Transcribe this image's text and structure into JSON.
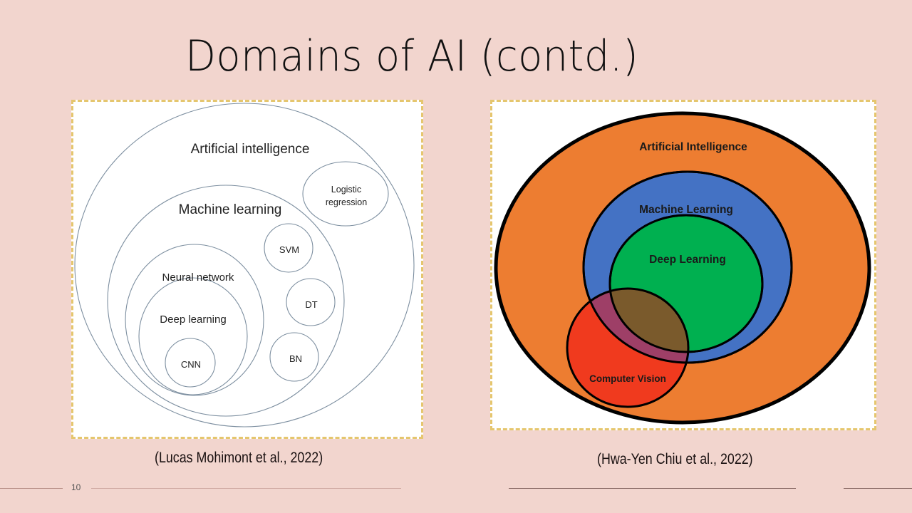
{
  "slide": {
    "title": "Domains of AI (contd.)",
    "page_number": "10"
  },
  "left_figure": {
    "labels": {
      "ai": "Artificial intelligence",
      "logistic_1": "Logistic",
      "logistic_2": "regression",
      "ml": "Machine learning",
      "svm": "SVM",
      "nn": "Neural network",
      "dt": "DT",
      "dl": "Deep learning",
      "bn": "BN",
      "cnn": "CNN"
    },
    "caption": "(Lucas Mohimont et al., 2022)"
  },
  "right_figure": {
    "labels": {
      "ai": "Artificial Intelligence",
      "ml": "Machine Learning",
      "dl": "Deep Learning",
      "cv": "Computer Vision"
    },
    "colors": {
      "ai": "#ed7d31",
      "ml": "#4472c4",
      "dl": "#00b050",
      "cv": "#f03a1e",
      "overlap_ml_cv": "#9e3f67",
      "overlap_dl_cv": "#7a5a2c"
    },
    "caption": "(Hwa-Yen Chiu et al., 2022)"
  }
}
